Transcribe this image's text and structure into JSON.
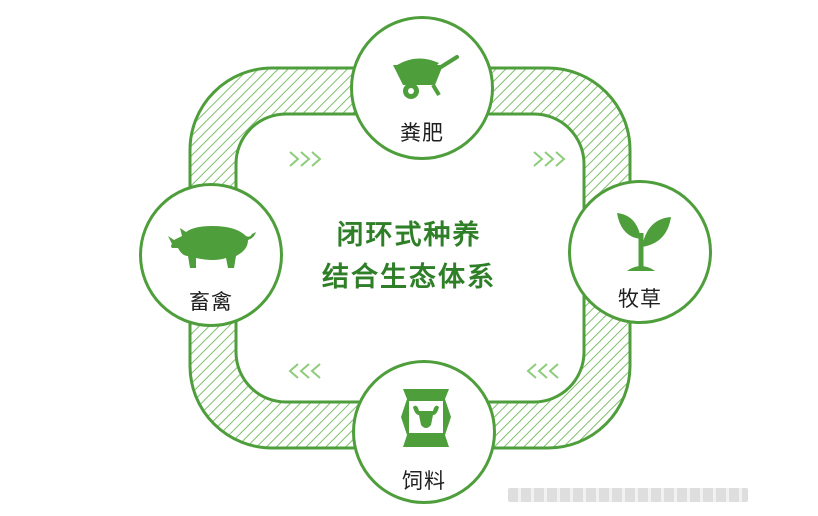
{
  "center": {
    "line1": "闭环式种养",
    "line2": "结合生态体系"
  },
  "nodes": {
    "top": {
      "label": "粪肥",
      "icon": "wheelbarrow-icon"
    },
    "right": {
      "label": "牧草",
      "icon": "sprout-icon"
    },
    "bottom": {
      "label": "饲料",
      "icon": "feed-bag-icon"
    },
    "left": {
      "label": "畜禽",
      "icon": "pig-icon"
    }
  },
  "colors": {
    "primary": "#4f9e3c",
    "title": "#2f7f28",
    "arrow": "#8ccc7a"
  }
}
